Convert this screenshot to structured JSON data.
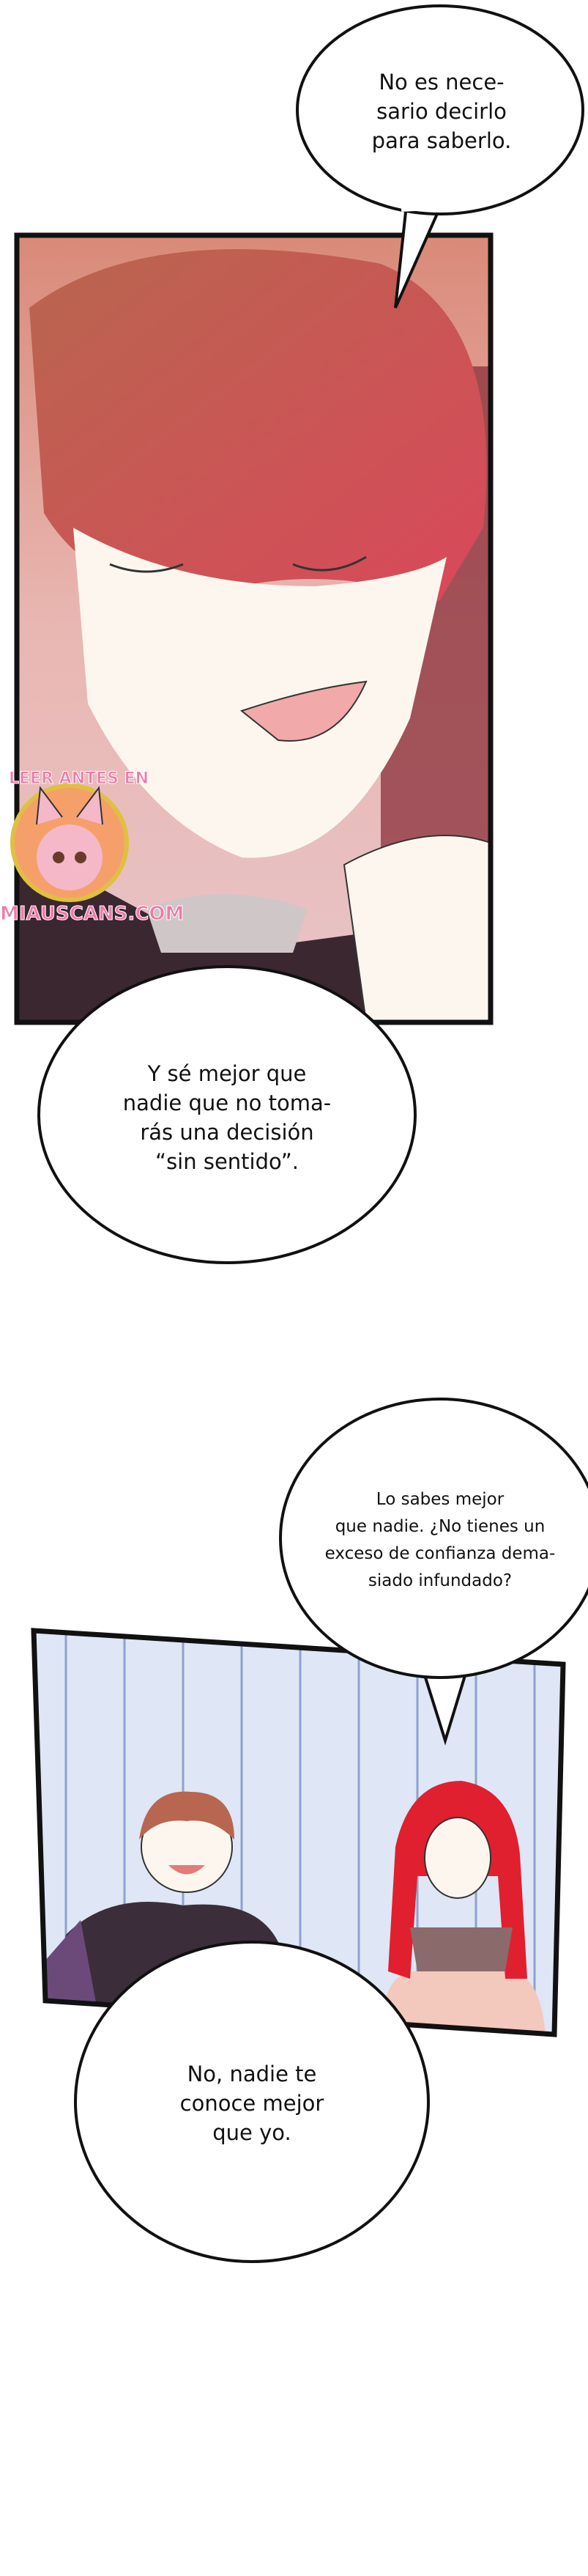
{
  "bubbles": [
    {
      "lines": [
        "No es nece-",
        "sario decirlo",
        "para saberlo."
      ]
    },
    {
      "lines": [
        "Y sé mejor que",
        "nadie que no toma-",
        "rás una decisión",
        "“sin sentido”."
      ]
    },
    {
      "lines": [
        "Lo sabes mejor",
        "que nadie. ¿No tienes un",
        "exceso de confianza dema-",
        "siado infundado?"
      ]
    },
    {
      "lines": [
        "No, nadie te",
        "conoce mejor",
        "que yo."
      ]
    }
  ],
  "watermark": {
    "top": "LEER ANTES EN",
    "bottom": "MIAUSCANS.COM"
  },
  "colors": {
    "panel_border": "#111111",
    "skin": "#fdf6ee",
    "hair": "#c4654e",
    "wallpaper": "#dfe6f5",
    "watermark": "#f07aa8"
  }
}
